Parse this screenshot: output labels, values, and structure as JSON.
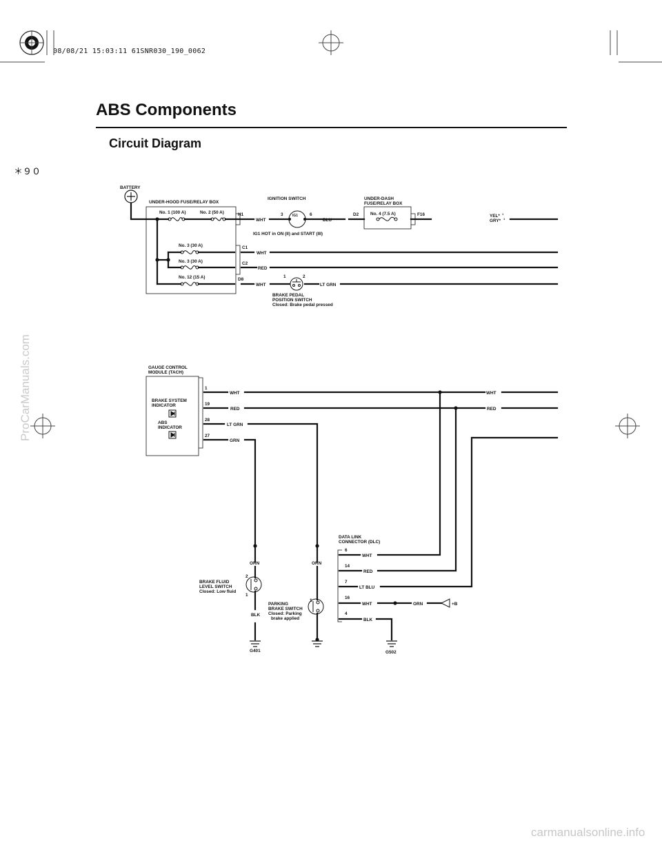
{
  "header": {
    "print_stamp": "08/08/21 15:03:11 61SNR030_190_0062",
    "title": "ABS Components",
    "section": "Circuit Diagram",
    "page_ref": "＊９０"
  },
  "side_watermark": "ProCarManuals.com",
  "footer_watermark": "carmanualsonline.info",
  "diagram": {
    "battery": "BATTERY",
    "underhood_box": "UNDER-HOOD FUSE/RELAY BOX",
    "fuse_no1": "No. 1 (100 A)",
    "fuse_no2": "No. 2 (50 A)",
    "fuse_no3a": "No. 3 (30 A)",
    "fuse_no3b": "No. 3 (30 A)",
    "fuse_no12": "No. 12 (15 A)",
    "conn_h1": "H1",
    "conn_c1": "C1",
    "conn_c2": "C2",
    "conn_d8": "D8",
    "ignition_switch": "IGNITION SWITCH",
    "ig1_label": "IG1",
    "ig_pin3": "3",
    "ig_pin6": "6",
    "ig1_note": "IG1 HOT in ON (II) and START (III)",
    "underdash_box_l1": "UNDER-DASH",
    "underdash_box_l2": "FUSE/RELAY BOX",
    "fuse_no4": "No. 4 (7.5 A)",
    "conn_d2": "D2",
    "conn_f16": "F16",
    "yel": "YEL*",
    "gry": "GRY*",
    "sup1": "1",
    "sup2": "1",
    "wire_wht_h1": "WHT",
    "wire_blu": "BLU",
    "wire_wht_c1": "WHT",
    "wire_red_c2": "RED",
    "wire_wht_d8": "WHT",
    "wire_ltgrn_bps": "LT GRN",
    "bps_pin1": "1",
    "bps_pin2": "2",
    "bps_l1": "BRAKE PEDAL",
    "bps_l2": "POSITION SWITCH",
    "bps_l3": "Closed: Brake pedal pressed",
    "gcm_l1": "GAUGE CONTROL",
    "gcm_l2": "MODULE (TACH)",
    "bsi_l1": "BRAKE SYSTEM",
    "bsi_l2": "INDICATOR",
    "abs_l1": "ABS",
    "abs_l2": "INDICATOR",
    "gcm_pin1": "1",
    "gcm_pin19": "19",
    "gcm_pin28": "28",
    "gcm_pin27": "27",
    "wire_wht_g1": "WHT",
    "wire_red_g19": "RED",
    "wire_ltgrn_g28": "LT GRN",
    "wire_grn_g27": "GRN",
    "wire_wht_right": "WHT",
    "wire_red_right": "RED",
    "dlc_l1": "DATA LINK",
    "dlc_l2": "CONNECTOR (DLC)",
    "dlc_pin6": "6",
    "dlc_pin14": "14",
    "dlc_pin7": "7",
    "dlc_pin16": "16",
    "dlc_pin4": "4",
    "dlc_wht6": "WHT",
    "dlc_red14": "RED",
    "dlc_ltblu7": "LT BLU",
    "dlc_wht16": "WHT",
    "dlc_orn16": "ORN",
    "dlc_plusb": "+B",
    "dlc_blk4": "BLK",
    "orn_left": "ORN",
    "orn_right": "ORN",
    "bfl_pin2": "2",
    "bfl_pin1": "1",
    "bfl_l1": "BRAKE FLUID",
    "bfl_l2": "LEVEL SWITCH",
    "bfl_l3": "Closed: Low fluid",
    "bfl_blk": "BLK",
    "pbs_pin1": "1",
    "pbs_l1": "PARKING",
    "pbs_l2": "BRAKE SWITCH",
    "pbs_l3": "Closed: Parking",
    "pbs_l4": "brake applied",
    "g401": "G401",
    "g502": "G502"
  }
}
